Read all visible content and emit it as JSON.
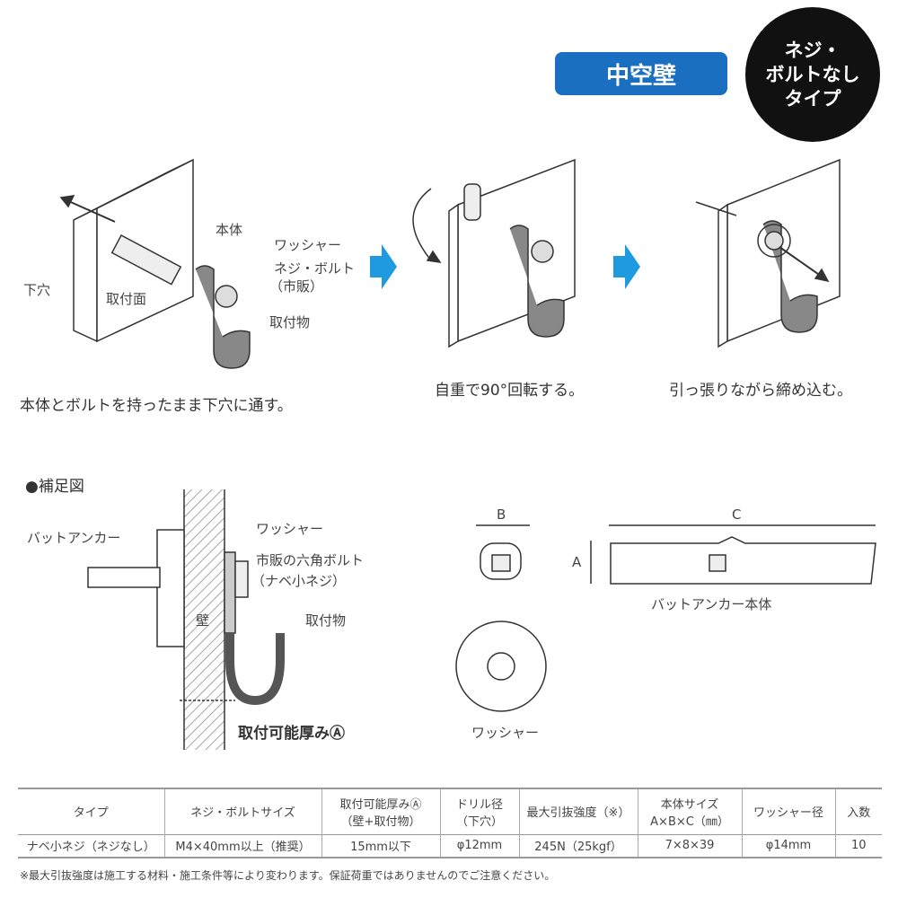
{
  "badge": "中空壁",
  "circle_badge": {
    "line1": "ネジ・",
    "line2": "ボルトなし",
    "line3": "タイプ"
  },
  "step1": {
    "labels": {
      "body": "本体",
      "washer": "ワッシャー",
      "bolt": "ネジ・ボルト",
      "bolt_note": "（市販）",
      "hole": "下穴",
      "surface": "取付面",
      "fixture": "取付物"
    },
    "caption": "本体とボルトを持ったまま下穴に通す。"
  },
  "step2": {
    "caption": "自重で90°回転する。"
  },
  "step3": {
    "caption": "引っ張りながら締め込む。"
  },
  "supplement": {
    "title": "●補足図",
    "anchor": "バットアンカー",
    "washer": "ワッシャー",
    "hex_bolt": "市販の六角ボルト",
    "hex_bolt_note": "（ナベ小ネジ）",
    "wall": "壁",
    "fixture": "取付物",
    "thickness": "取付可能厚みⒶ"
  },
  "dimensions": {
    "b": "B",
    "a": "A",
    "c": "C",
    "anchor_body": "バットアンカー本体",
    "washer": "ワッシャー"
  },
  "table": {
    "headers": [
      "タイプ",
      "ネジ・ボルトサイズ",
      "取付可能厚みⒶ\n（壁+取付物）",
      "ドリル径\n（下穴）",
      "最大引抜強度（※）",
      "本体サイズ\nA×B×C（㎜）",
      "ワッシャー径",
      "入数"
    ],
    "rows": [
      [
        "ナベ小ネジ（ネジなし）",
        "M4×40mm以上（推奨）",
        "15mm以下",
        "φ12mm",
        "245N（25kgf）",
        "7×8×39",
        "φ14mm",
        "10"
      ]
    ]
  },
  "footnote": "※最大引抜強度は施工する材料・施工条件等により変わります。保証荷重ではありませんのでご注意ください。",
  "colors": {
    "accent": "#1a6fc0",
    "arrow": "#1e9be0"
  }
}
